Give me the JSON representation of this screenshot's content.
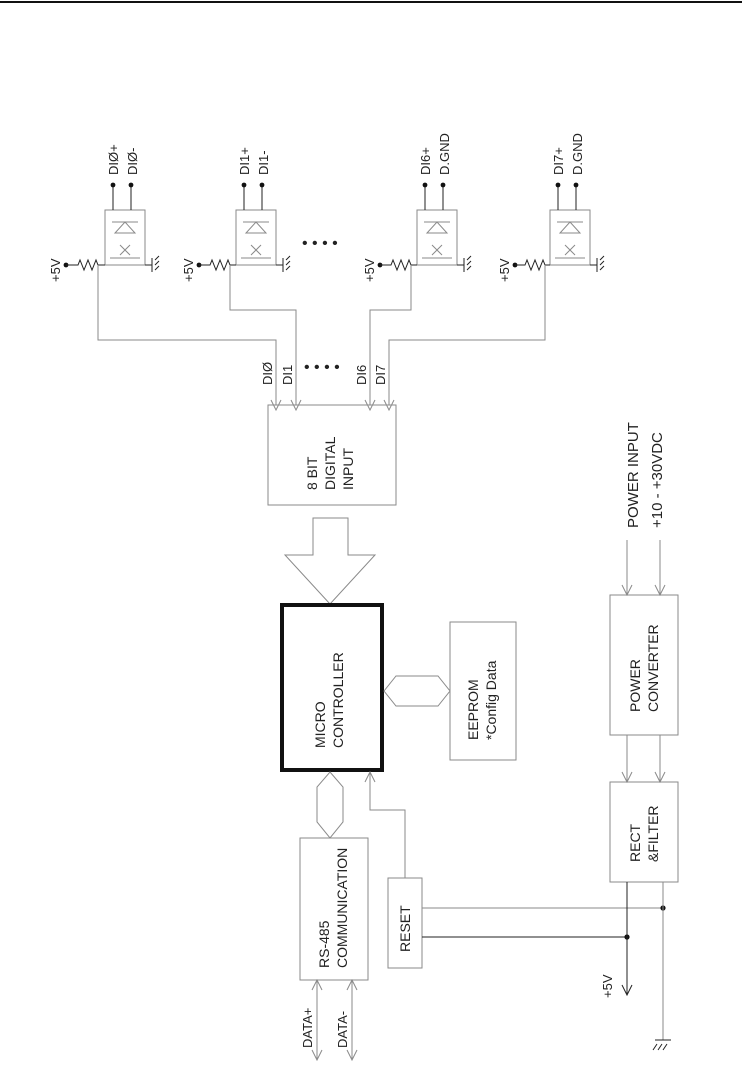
{
  "digital_inputs": [
    {
      "plus": "DIØ+",
      "minus": "DIØ-",
      "bus": "DIØ"
    },
    {
      "plus": "DI1+",
      "minus": "DI1-",
      "bus": "DI1"
    },
    {
      "plus": "DI6+",
      "minus": "D.GND",
      "bus": "DI6"
    },
    {
      "plus": "DI7+",
      "minus": "D.GND",
      "bus": "DI7"
    }
  ],
  "supply_label": "+5V",
  "blocks": {
    "digital_input": [
      "8 BIT",
      "DIGITAL",
      "INPUT"
    ],
    "micro_controller": [
      "MICRO",
      "CONTROLLER"
    ],
    "eeprom": [
      "EEPROM",
      "*Config Data"
    ],
    "power_converter": [
      "POWER",
      "CONVERTER"
    ],
    "rect_filter": [
      "RECT",
      "&FILTER"
    ],
    "rs485": [
      "RS-485",
      "COMMUNICATION"
    ],
    "reset": "RESET"
  },
  "power_input": [
    "POWER INPUT",
    "+10 - +30VDC"
  ],
  "data_lines": [
    "DATA+",
    "DATA-"
  ],
  "ellipsis": "• • • •"
}
